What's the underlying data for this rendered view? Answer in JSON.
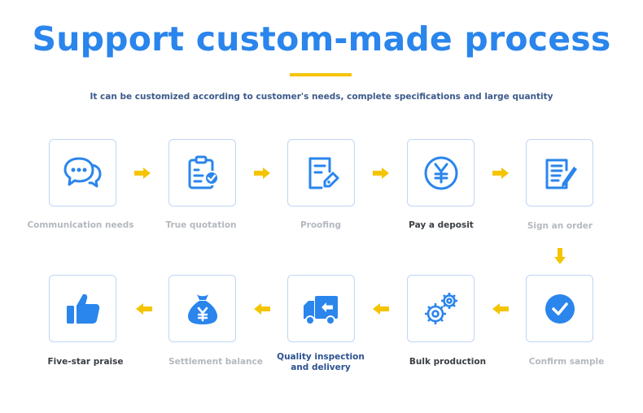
{
  "header": {
    "title": "Support custom-made process",
    "subtitle": "It can be customized according to customer's needs, complete specifications and large quantity"
  },
  "colors": {
    "accent": "#2a85ec",
    "arrow": "#f5c400",
    "card_border": "#bfd6f4"
  },
  "steps": [
    {
      "label": "Communication needs",
      "icon": "chat-bubbles-icon",
      "tone": "muted"
    },
    {
      "label": "True quotation",
      "icon": "clipboard-check-icon",
      "tone": "muted"
    },
    {
      "label": "Proofing",
      "icon": "document-edit-icon",
      "tone": "muted"
    },
    {
      "label": "Pay a deposit",
      "icon": "yen-coin-icon",
      "tone": "dark"
    },
    {
      "label": "Sign an order",
      "icon": "contract-pen-icon",
      "tone": "muted"
    },
    {
      "label": "Confirm sample",
      "icon": "checkmark-circle-icon",
      "tone": "muted"
    },
    {
      "label": "Bulk production",
      "icon": "gears-icon",
      "tone": "dark"
    },
    {
      "label": "Quality inspection\nand delivery",
      "icon": "delivery-truck-icon",
      "tone": "blue"
    },
    {
      "label": "Settlement balance",
      "icon": "money-bag-icon",
      "tone": "muted"
    },
    {
      "label": "Five-star praise",
      "icon": "thumbs-up-icon",
      "tone": "dark"
    }
  ]
}
